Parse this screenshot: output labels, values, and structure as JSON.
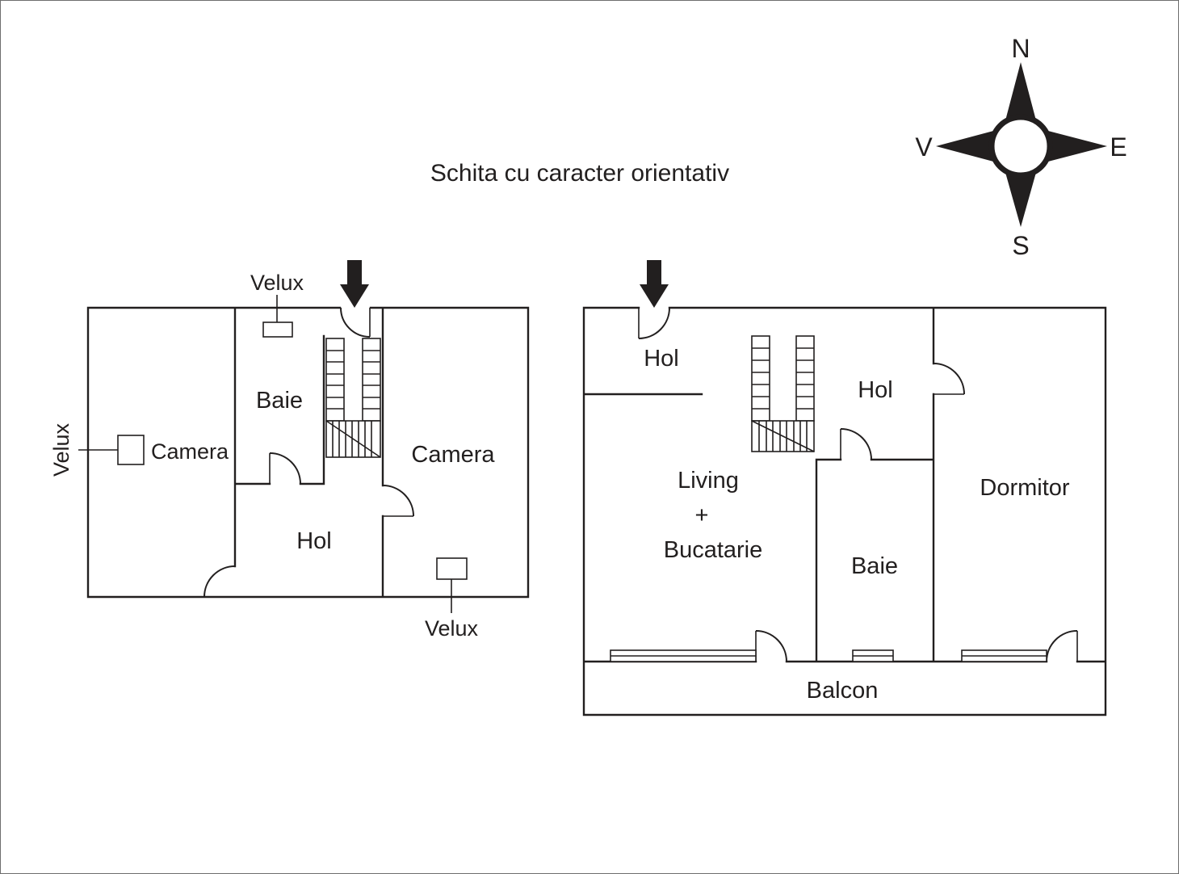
{
  "title": "Schita cu caracter orientativ",
  "compass": {
    "north": "N",
    "east": "E",
    "south": "S",
    "west": "V"
  },
  "upper_plan": {
    "velux_top": "Velux",
    "velux_left": "Velux",
    "velux_bottom": "Velux",
    "camera_left": "Camera",
    "baie": "Baie",
    "camera_right": "Camera",
    "hol": "Hol"
  },
  "lower_plan": {
    "hol_entry": "Hol",
    "hol_inner": "Hol",
    "living_line1": "Living",
    "living_line2": "+",
    "living_line3": "Bucatarie",
    "baie": "Baie",
    "dormitor": "Dormitor",
    "balcon": "Balcon"
  },
  "colors": {
    "line": "#221f1f",
    "background": "#ffffff"
  }
}
